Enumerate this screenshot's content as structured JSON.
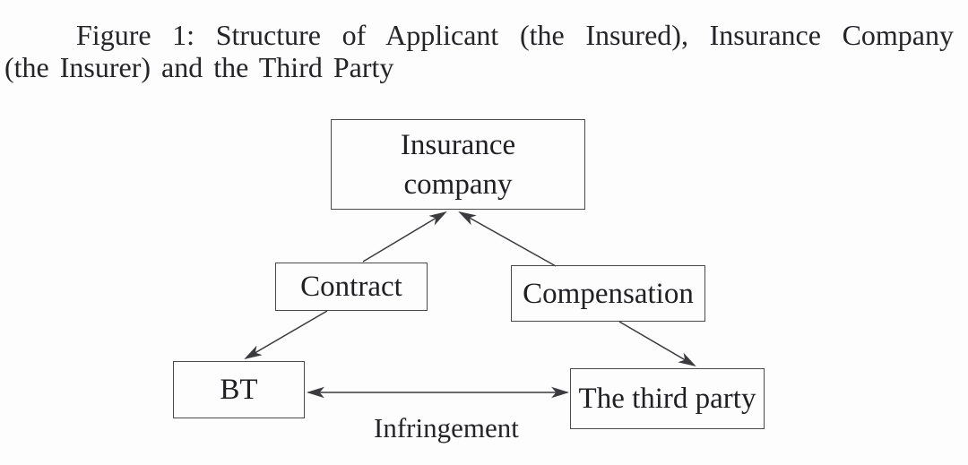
{
  "figure": {
    "caption": {
      "line1": "Figure 1: Structure of Applicant (the Insured), Insurance Company",
      "line2": "(the Insurer) and the Third Party"
    },
    "nodes": {
      "insurance_company": {
        "label": "Insurance\ncompany"
      },
      "contract": {
        "label": "Contract"
      },
      "compensation": {
        "label": "Compensation"
      },
      "bt": {
        "label": "BT"
      },
      "third_party": {
        "label": "The third party"
      }
    },
    "edges": {
      "infringement_label": "Infringement",
      "connections": [
        {
          "from": "Contract",
          "to": "Insurance company",
          "arrow": "single"
        },
        {
          "from": "Compensation",
          "to": "Insurance company",
          "arrow": "single"
        },
        {
          "from": "Contract",
          "to": "BT",
          "arrow": "single"
        },
        {
          "from": "Compensation",
          "to": "The third party",
          "arrow": "single"
        },
        {
          "from": "BT",
          "to": "The third party",
          "arrow": "double",
          "label": "Infringement"
        }
      ]
    },
    "colors": {
      "ink": "#24242a",
      "line": "#3b3b3f",
      "box_border": "#4a4a4a",
      "background": "#fdfdfd"
    }
  }
}
